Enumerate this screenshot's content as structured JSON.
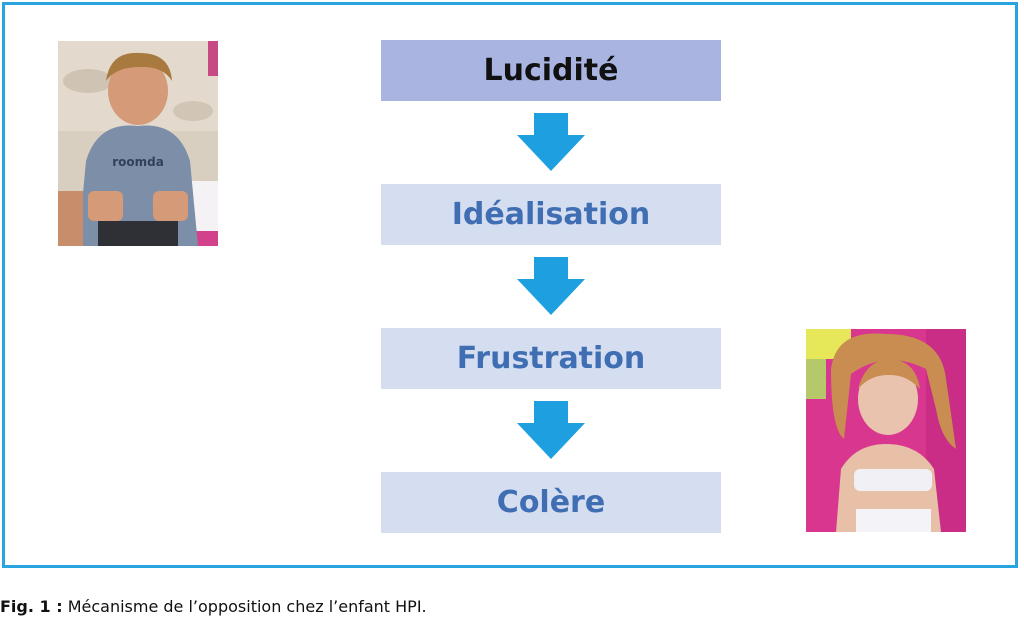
{
  "steps": [
    {
      "label": "Lucidité"
    },
    {
      "label": "Idéalisation"
    },
    {
      "label": "Frustration"
    },
    {
      "label": "Colère"
    }
  ],
  "photos": [
    {
      "description_icon": "boy-photo"
    },
    {
      "description_icon": "girl-photo"
    }
  ],
  "caption": {
    "label": "Fig. 1 :",
    "text": " Mécanisme de l’opposition chez l’enfant HPI."
  },
  "colors": {
    "border": "#2aa4df",
    "step_first_bg": "#a9b5e0",
    "step_bg": "#d5ddf1",
    "step_text": "#3f6eb3",
    "arrow": "#1ea0e0"
  }
}
